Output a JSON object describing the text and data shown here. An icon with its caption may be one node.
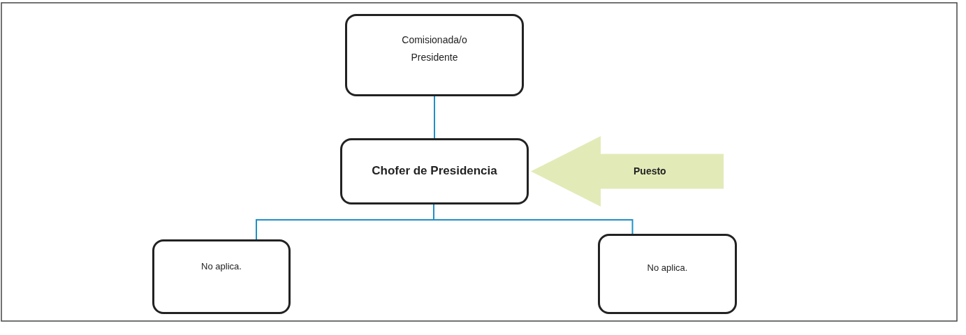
{
  "diagram": {
    "nodes": [
      {
        "text": [
          "Comisionada/o Presidente"
        ]
      },
      {
        "text": [
          "Chofer de Presidencia"
        ]
      },
      {
        "text": [
          "No aplica."
        ]
      },
      {
        "text": [
          "No aplica."
        ]
      }
    ],
    "edges": [
      {
        "from": 0,
        "to": 1,
        "arrow": "none"
      },
      {
        "from": 1,
        "to": 2,
        "arrow": "none"
      },
      {
        "from": 1,
        "to": 3,
        "arrow": "none"
      },
      {
        "from": null,
        "to": 1,
        "arrow": "to",
        "label": "Puesto"
      }
    ]
  }
}
